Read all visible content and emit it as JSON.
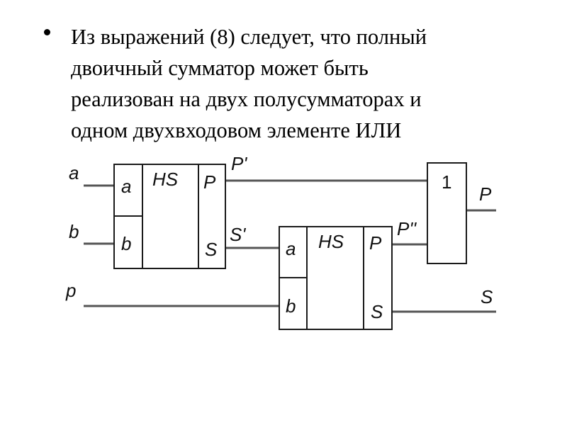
{
  "bullet": {
    "lines": [
      "Из выражений (8) следует, что полный",
      "двоичный сумматор может быть",
      "реализован на двух полусумматорах и",
      "одном двухвходовом элементе ИЛИ"
    ]
  },
  "diagram": {
    "inputs": {
      "a": "a",
      "b": "b",
      "p": "p"
    },
    "half_adder_1": {
      "title": "HS",
      "in_a": "a",
      "in_b": "b",
      "out_p": "P",
      "out_s": "S"
    },
    "half_adder_2": {
      "title": "HS",
      "in_a": "a",
      "in_b": "b",
      "out_p": "P",
      "out_s": "S"
    },
    "or_gate": {
      "symbol": "1"
    },
    "signals": {
      "p_prime": "P'",
      "s_prime": "S'",
      "p_double_prime": "P''",
      "out_p": "P",
      "out_s": "S"
    }
  }
}
